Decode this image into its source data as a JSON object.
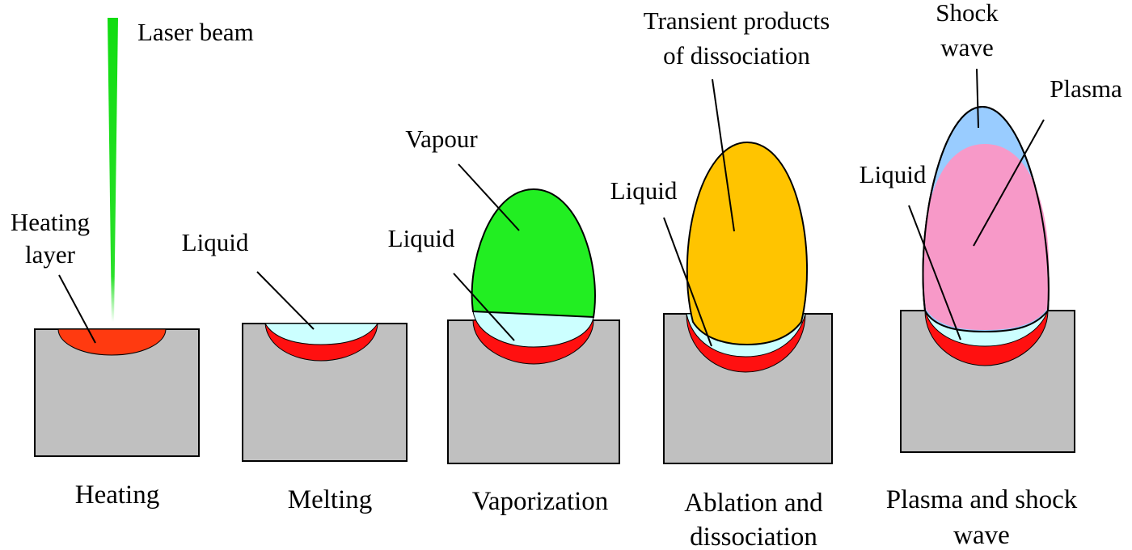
{
  "colors": {
    "substrate": "#c0c0c0",
    "heat": "#ff3a10",
    "melt_red": "#ff1010",
    "liquid": "#ccffff",
    "vapour": "#22ee22",
    "dissociation": "#ffc400",
    "plasma": "#f799c8",
    "shock_wave": "#99ccff",
    "laser": "#11dd11",
    "outline": "#000000"
  },
  "stages": [
    {
      "id": "heating",
      "caption": [
        "Heating"
      ],
      "labels": {
        "laser_beam": "Laser beam",
        "heating_layer": [
          "Heating",
          "layer"
        ]
      }
    },
    {
      "id": "melting",
      "caption": [
        "Melting"
      ],
      "labels": {
        "liquid": "Liquid"
      }
    },
    {
      "id": "vaporization",
      "caption": [
        "Vaporization"
      ],
      "labels": {
        "vapour": "Vapour",
        "liquid": "Liquid"
      }
    },
    {
      "id": "ablation",
      "caption": [
        "Ablation and",
        "dissociation"
      ],
      "labels": {
        "transient": [
          "Transient products",
          "of dissociation"
        ],
        "liquid": "Liquid"
      }
    },
    {
      "id": "plasma",
      "caption": [
        "Plasma and shock",
        "wave"
      ],
      "labels": {
        "shock_wave": [
          "Shock",
          "wave"
        ],
        "plasma": "Plasma",
        "liquid": "Liquid"
      }
    }
  ]
}
